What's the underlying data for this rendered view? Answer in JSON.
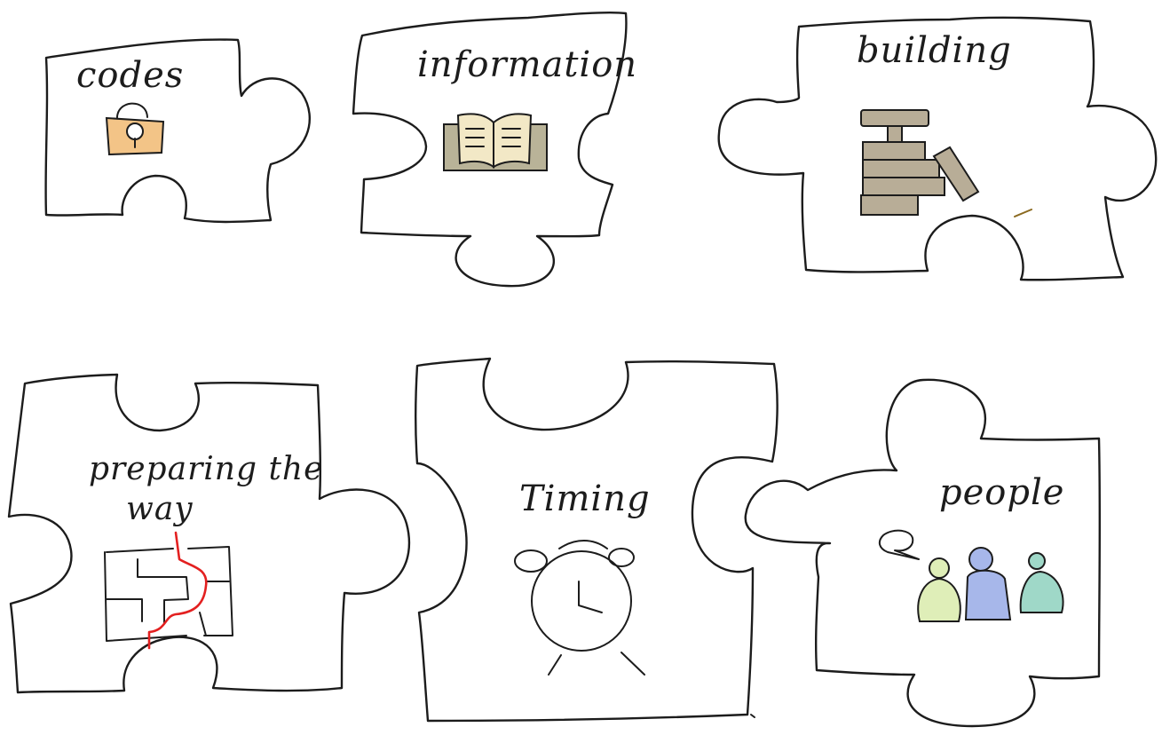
{
  "pieces": [
    {
      "label": "codes",
      "icon": "padlock-icon"
    },
    {
      "label": "information",
      "icon": "open-book-icon"
    },
    {
      "label": "building",
      "icon": "building-blocks-icon"
    },
    {
      "label_line1": "preparing the",
      "label_line2": "way",
      "icon": "maze-path-icon"
    },
    {
      "label": "Timing",
      "icon": "alarm-clock-icon"
    },
    {
      "label": "people",
      "icon": "people-speech-icon"
    }
  ],
  "colors": {
    "ink": "#1c1c1c",
    "lock_body": "#f3c487",
    "book_cover": "#b9b398",
    "book_pages": "#f2e8c6",
    "blocks": "#b8ad97",
    "maze_path": "#e32020",
    "person_green": "#dfeeb8",
    "person_blue": "#a7b7ea",
    "person_teal": "#9fd8c8"
  }
}
